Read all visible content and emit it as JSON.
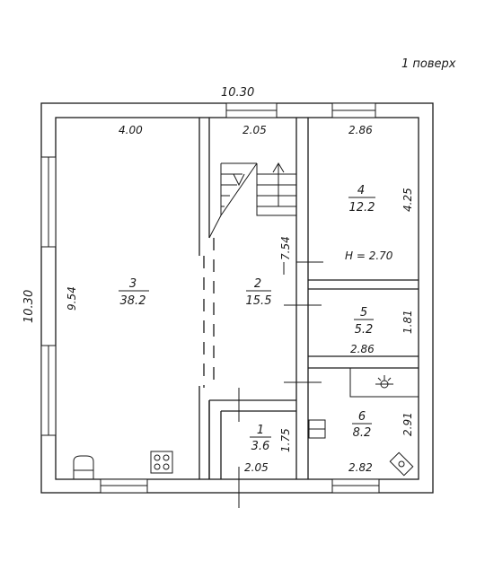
{
  "floor_title": "1 поверх",
  "overall": {
    "width": "10.30",
    "height": "10.30"
  },
  "rooms": [
    {
      "id": "1",
      "number": "1",
      "area": "3.6"
    },
    {
      "id": "2",
      "number": "2",
      "area": "15.5"
    },
    {
      "id": "3",
      "number": "3",
      "area": "38.2"
    },
    {
      "id": "4",
      "number": "4",
      "area": "12.2"
    },
    {
      "id": "5",
      "number": "5",
      "area": "5.2"
    },
    {
      "id": "6",
      "number": "6",
      "area": "8.2"
    }
  ],
  "dimensions": {
    "room3_width": "4.00",
    "room3_height": "9.54",
    "room2_top_width": "2.05",
    "room2_height": "7.54",
    "room4_width": "2.86",
    "room4_height": "4.25",
    "ceiling_height": "H = 2.70",
    "room5_width": "2.86",
    "room5_height": "1.81",
    "room6_width": "2.82",
    "room6_height": "2.91",
    "room1_width": "2.05",
    "room1_height": "1.75"
  }
}
